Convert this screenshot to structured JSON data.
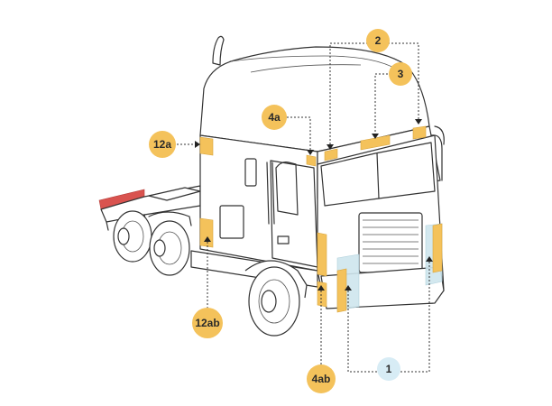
{
  "colors": {
    "amber_badge": "#f4c25b",
    "blue_badge": "#d7ecf5",
    "amber_marking": "#f4c25b",
    "blue_marking": "#cfe6ee",
    "red_marking": "#d9534f"
  },
  "callouts": {
    "c1": "1",
    "c2": "2",
    "c3": "3",
    "c4a": "4a",
    "c4ab": "4ab",
    "c12a": "12a",
    "c12ab": "12ab"
  }
}
